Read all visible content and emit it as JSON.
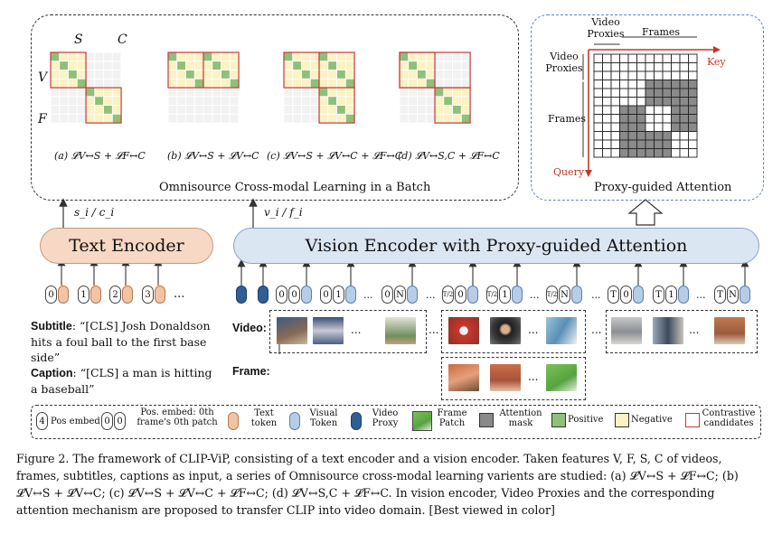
{
  "top_panel": {
    "title": "Omnisource Cross-modal Learning in a Batch",
    "col_labels": [
      "S",
      "C"
    ],
    "row_labels": [
      "V",
      "F"
    ],
    "sublabels": [
      "(a) 𝓛V↔S + 𝓛F↔C",
      "(b) 𝓛V↔S + 𝓛V↔C",
      "(c) 𝓛V↔S + 𝓛V↔C + 𝓛F↔C",
      "(d) 𝓛V↔S,C + 𝓛F↔C"
    ]
  },
  "attention_panel": {
    "title": "Proxy-guided Attention",
    "video_proxies_top": "Video Proxies",
    "frames_top": "Frames",
    "video_proxies_left": "Video Proxies",
    "frames_left": "Frames",
    "key_label": "Key",
    "query_label": "Query"
  },
  "encoders": {
    "text": "Text Encoder",
    "vision": "Vision Encoder with Proxy-guided Attention",
    "text_out": "s_i / c_i",
    "vision_out": "v_i / f_i"
  },
  "text_tokens": [
    "0",
    "1",
    "2",
    "3",
    "..."
  ],
  "vision_tokens": [
    "0",
    "0",
    "0",
    "1",
    "...",
    "0",
    "N",
    "...",
    "T/2",
    "0",
    "T/2",
    "1",
    "...",
    "T/2",
    "N",
    "...",
    "T",
    "0",
    "T",
    "1",
    "...",
    "T",
    "N"
  ],
  "subtitle": {
    "label": "Subtitle",
    "text": ": “[CLS] Josh Donaldson hits a foul ball to the first base side”"
  },
  "caption_text": {
    "label": "Caption",
    "text": ": “[CLS] a man is hitting a baseball”"
  },
  "video_label": "Video:",
  "frame_label": "Frame:",
  "ellipsis": "...",
  "legend": {
    "pos_embed_num": "4",
    "pos_embed": "Pos embed",
    "pos_embed2": "Pos. embed: 0th frame's 0th patch",
    "text_token": "Text token",
    "visual_token": "Visual Token",
    "video_proxy": "Video Proxy",
    "frame_patch": "Frame Patch",
    "attention_mask": "Attention mask",
    "positive": "Positive",
    "negative": "Negative",
    "contrastive": "Contrastive candidates"
  },
  "colors": {
    "positive": "#8fc07a",
    "negative": "#fbf2c5",
    "mask": "#8a8a8a",
    "candidate": "#c83a3a",
    "text_token": "#f2c4a4",
    "visual_token": "#b6cde8",
    "video_proxy": "#2f5f97"
  },
  "figure_caption": "Figure 2. The framework of CLIP-ViP, consisting of a text encoder and a vision encoder. Taken features V, F, S, C of videos, frames, subtitles, captions as input, a series of Omnisource cross-modal learning varients are studied: (a) 𝓛V↔S + 𝓛F↔C; (b) 𝓛V↔S + 𝓛V↔C; (c) 𝓛V↔S + 𝓛V↔C + 𝓛F↔C; (d) 𝓛V↔S,C + 𝓛F↔C. In vision encoder, Video Proxies and the corresponding attention mechanism are proposed to transfer CLIP into video domain. [Best viewed in color]"
}
